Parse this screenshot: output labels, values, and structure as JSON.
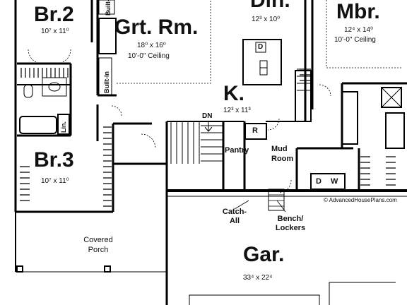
{
  "rooms": {
    "br2": {
      "name": "Br.2",
      "dims": "10⁷ x 11⁰"
    },
    "great_room": {
      "name": "Grt. Rm.",
      "dims": "18⁰ x 16⁰",
      "ceiling": "10'-0\" Ceiling"
    },
    "dining": {
      "name": "Din.",
      "dims": "12³ x 10⁰"
    },
    "master": {
      "name": "Mbr.",
      "dims": "12⁴ x 14⁰",
      "ceiling": "10'-0\" Ceiling"
    },
    "kitchen": {
      "name": "K.",
      "dims": "12³ x 11³"
    },
    "br3": {
      "name": "Br.3",
      "dims": "10⁷ x 11⁰"
    },
    "garage": {
      "name": "Gar.",
      "dims": "33⁴ x 22⁴"
    }
  },
  "labels": {
    "built_in_top": "Built-In",
    "built_in_left": "Built-In",
    "dishwasher": "D",
    "down": "DN",
    "linen": "Lin.",
    "refrigerator": "R",
    "pantry": "Pantry",
    "mud_room": "Mud Room",
    "dryer": "D",
    "washer": "W",
    "catch_all": "Catch-All",
    "bench_lockers": "Bench/ Lockers",
    "covered_porch": "Covered Porch"
  },
  "credit": "© AdvancedHousePlans.com"
}
